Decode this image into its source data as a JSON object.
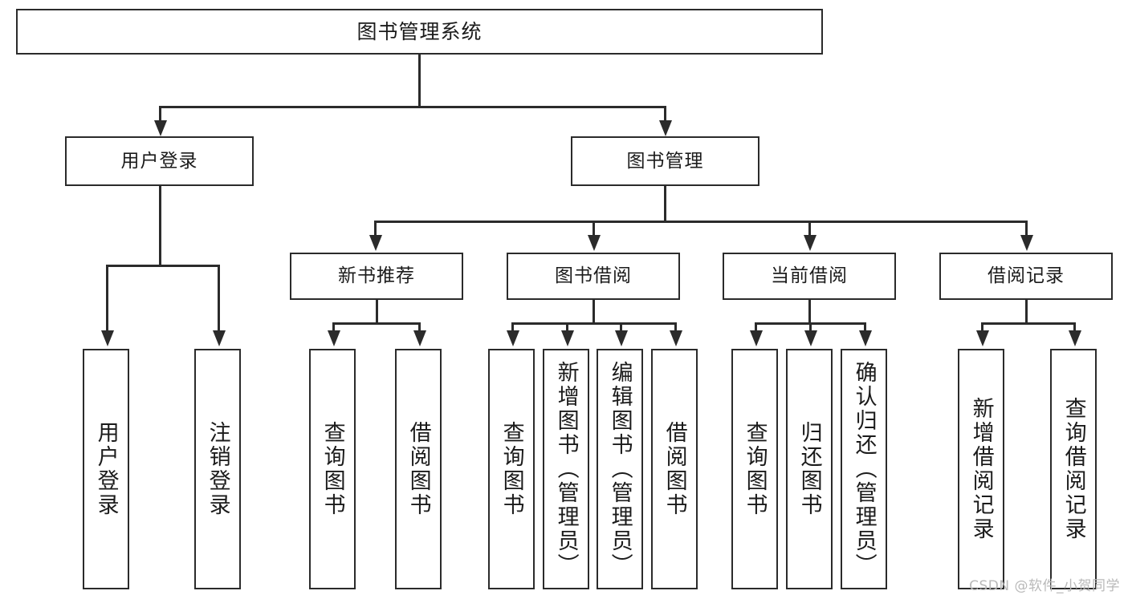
{
  "diagram": {
    "type": "tree",
    "title": "图书管理系统",
    "watermark": "CSDN @软件_小贺同学",
    "colors": {
      "box_border": "#2b2b2b",
      "box_fill": "#ffffff",
      "connector": "#2b2b2b",
      "text": "#1b1b1b",
      "watermark": "#b9b9b9",
      "background": "#ffffff"
    },
    "root": {
      "label": "图书管理系统",
      "children": [
        {
          "label": "用户登录",
          "children": [
            {
              "label": "用户登录"
            },
            {
              "label": "注销登录"
            }
          ]
        },
        {
          "label": "图书管理",
          "children": [
            {
              "label": "新书推荐",
              "children": [
                {
                  "label": "查询图书"
                },
                {
                  "label": "借阅图书"
                }
              ]
            },
            {
              "label": "图书借阅",
              "children": [
                {
                  "label": "查询图书"
                },
                {
                  "label": "新增图书（管理员）"
                },
                {
                  "label": "编辑图书（管理员）"
                },
                {
                  "label": "借阅图书"
                }
              ]
            },
            {
              "label": "当前借阅",
              "children": [
                {
                  "label": "查询图书"
                },
                {
                  "label": "归还图书"
                },
                {
                  "label": "确认归还（管理员）"
                }
              ]
            },
            {
              "label": "借阅记录",
              "children": [
                {
                  "label": "新增借阅记录"
                },
                {
                  "label": "查询借阅记录"
                }
              ]
            }
          ]
        }
      ]
    },
    "nodes": {
      "root": "图书管理系统",
      "l1_user_login": "用户登录",
      "l1_book_manage": "图书管理",
      "l2_new_book": "新书推荐",
      "l2_borrow": "图书借阅",
      "l2_current": "当前借阅",
      "l2_record": "借阅记录",
      "leaf_user_login": "用户登录",
      "leaf_logout": "注销登录",
      "leaf_nb_query": "查询图书",
      "leaf_nb_borrow": "借阅图书",
      "leaf_bb_query": "查询图书",
      "leaf_bb_add": "新增图书（管理员）",
      "leaf_bb_edit": "编辑图书（管理员）",
      "leaf_bb_borrow": "借阅图书",
      "leaf_cb_query": "查询图书",
      "leaf_cb_return": "归还图书",
      "leaf_cb_confirm": "确认归还（管理员）",
      "leaf_rec_add": "新增借阅记录",
      "leaf_rec_query": "查询借阅记录"
    }
  }
}
